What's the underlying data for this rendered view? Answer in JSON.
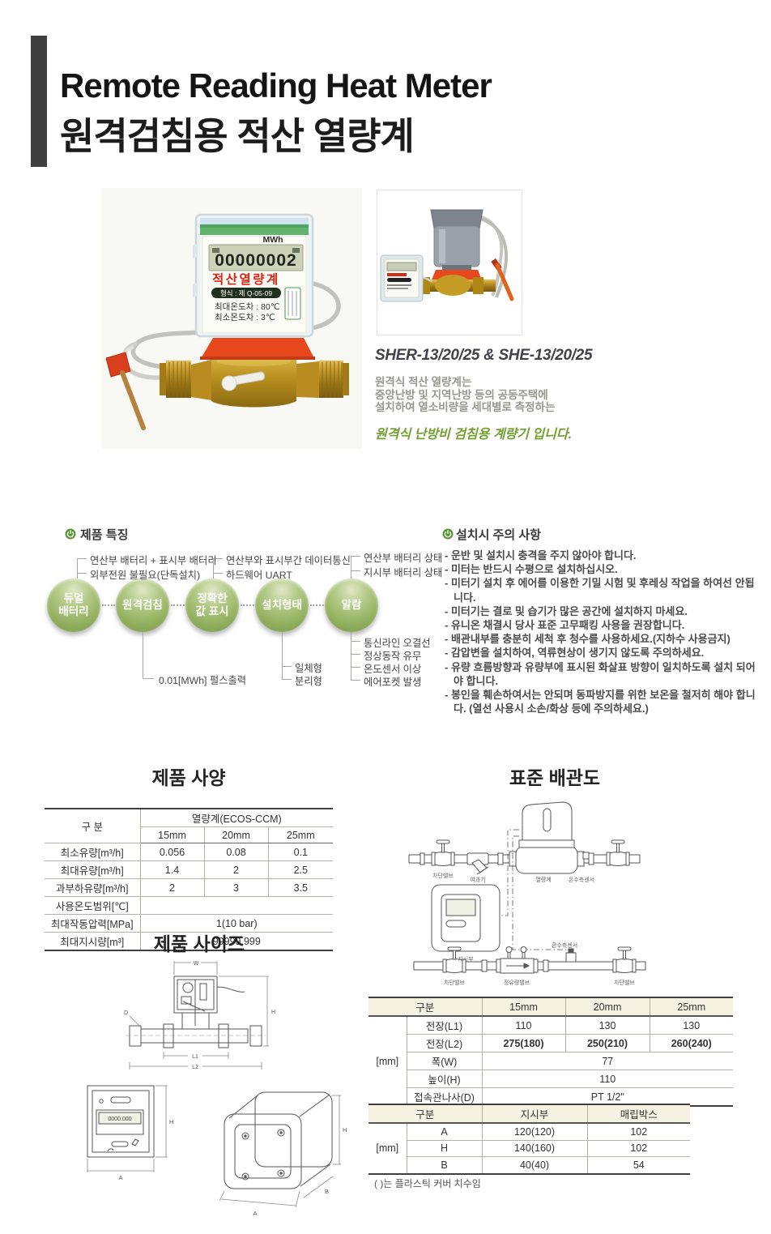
{
  "header": {
    "title_en": "Remote Reading Heat Meter",
    "title_ko": "원격검침용 적산 열량계"
  },
  "product": {
    "face": {
      "unit": "MWh",
      "lcd": "00000002",
      "name": "적산열량계",
      "type": "형식 : 제 Q-05-09",
      "max_temp": "최대온도차 : 80℃",
      "min_temp": "최소온도차 : 3℃"
    },
    "model": "SHER-13/20/25 & SHE-13/20/25",
    "desc1": "원격식 적산 열량계는",
    "desc2": "중앙난방 및 지역난방 등의 공동주택에",
    "desc3": "설치하여 열소비량을 세대별로 측정하는",
    "tagline": "원격식 난방비 검침용 계량기 입니다."
  },
  "features": {
    "heading": "제품 특징",
    "node1a": "듀얼",
    "node1b": "배터리",
    "node2": "원격검침",
    "node3a": "정확한",
    "node3b": "값 표시",
    "node4": "설치형태",
    "node5": "알람",
    "callout1a": "연산부 배터리 + 표시부 배터리",
    "callout1b": "외부전원 불필요(단독설치)",
    "callout2a": "연산부와 표시부간 데이터통신",
    "callout2b": "하드웨어 UART",
    "callout3a": "연산부 배터리 상태",
    "callout3b": "지시부 배터리 상태",
    "callout4": "0.01[MWh] 펄스출력",
    "callout5a": "일체형",
    "callout5b": "분리형",
    "callout6a": "통신라인 오결선",
    "callout6b": "정상동작 유무",
    "callout6c": "온도센서 이상",
    "callout6d": "에어포켓 발생"
  },
  "precautions": {
    "heading": "설치시 주의 사항",
    "items": [
      "- 운반 및 설치시 충격을 주지 않아야 합니다.",
      "- 미터는 반드시 수평으로 설치하십시오.",
      "- 미터기 설치 후 에어를 이용한 기밀 시험 및 후레싱 작업을 하여선 안됩니다.",
      "- 미터기는 결로 및 습기가 많은 공간에 설치하지 마세요.",
      "- 유니온 채결시 당사 표준 고무패킹 사용을 권장합니다.",
      "- 배관내부를 충분히 세척 후 청수를 사용하세요.(지하수 사용금지)",
      "- 감압변을 설치하여, 역류현상이 생기지 않도록 주의하세요.",
      "- 유량 흐름방향과 유량부에 표시된 화살표 방향이 일치하도록 설치 되어야 합니다.",
      "- 봉인을 훼손하여서는 안되며 동파방지를 위한 보온을 철저히 해야 합니다. (열선 사용시 소손/화상 등에 주의하세요.)"
    ]
  },
  "spec": {
    "title": "제품 사양",
    "col_group": "구 분",
    "span_header": "열량계(ECOS-CCM)",
    "sizes": [
      "15mm",
      "20mm",
      "25mm"
    ],
    "rows": [
      {
        "label": "최소유량[m³/h]",
        "v1": "0.056",
        "v2": "0.08",
        "v3": "0.1"
      },
      {
        "label": "최대유량[m³/h]",
        "v1": "1.4",
        "v2": "2",
        "v3": "2.5"
      },
      {
        "label": "과부하유량[m³/h]",
        "v1": "2",
        "v2": "3",
        "v3": "3.5"
      },
      {
        "label": "사용온도범위[℃]",
        "span": ""
      },
      {
        "label": "최대작동압력[MPa]",
        "span": "1(10 bar)"
      },
      {
        "label": "최대지시량[m³]",
        "span": "99999.999"
      }
    ]
  },
  "piping": {
    "title": "표준 배관도",
    "labels": {
      "shutoff": "차단밸브",
      "strainer": "여과기",
      "meter": "열량계",
      "supply_sensor": "온수측센서",
      "indicator": "지시부",
      "return_sensor": "환수측센서",
      "flow_valve": "정유량밸브"
    }
  },
  "size": {
    "title": "제품 사이즈",
    "dims": {
      "w": "W",
      "h": "H",
      "d": "D",
      "l1": "L1",
      "l2": "L2",
      "a": "A",
      "b": "B"
    },
    "lcd": "0000.000"
  },
  "dim_table1": {
    "unit": "[mm]",
    "col_group": "구분",
    "cols": [
      "15mm",
      "20mm",
      "25mm"
    ],
    "rows": [
      {
        "label": "전장(L1)",
        "v1": "110",
        "v2": "130",
        "v3": "130"
      },
      {
        "label": "전장(L2)",
        "v1": "275(180)",
        "v2": "250(210)",
        "v3": "260(240)"
      },
      {
        "label": "폭(W)",
        "span": "77"
      },
      {
        "label": "높이(H)",
        "span": "110"
      },
      {
        "label": "접속관나사(D)",
        "span": "PT 1/2\""
      }
    ]
  },
  "dim_table2": {
    "unit": "[mm]",
    "col_group": "구분",
    "cols": [
      "지시부",
      "매립박스"
    ],
    "rows": [
      {
        "label": "A",
        "v1": "120(120)",
        "v2": "102"
      },
      {
        "label": "H",
        "v1": "140(160)",
        "v2": "102"
      },
      {
        "label": "B",
        "v1": "40(40)",
        "v2": "54"
      }
    ],
    "note": "( )는 플라스틱 커버 치수임"
  },
  "colors": {
    "accent_green": "#7b9a4b",
    "tagline_green": "#73a02e",
    "collar_red": "#e8481e",
    "brass": "#c79a2a",
    "lcd_bg": "#ccd1b8"
  }
}
